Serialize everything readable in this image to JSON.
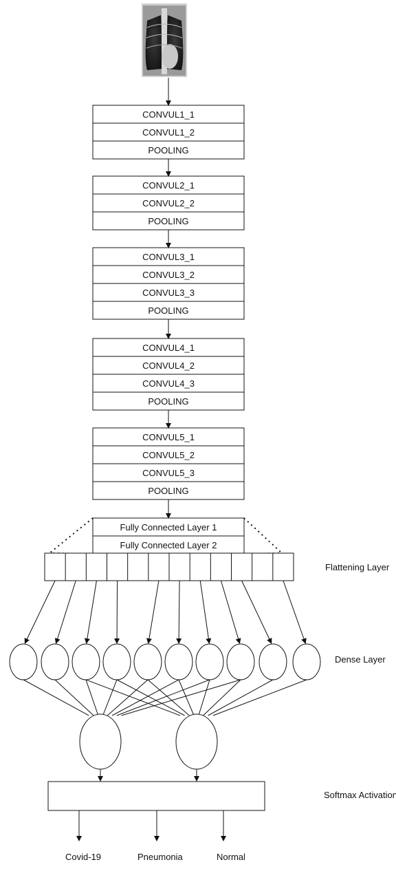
{
  "input_image": {
    "icon": "chest-xray-image"
  },
  "blocks": [
    {
      "layers": [
        "CONVUL1_1",
        "CONVUL1_2",
        "POOLING"
      ]
    },
    {
      "layers": [
        "CONVUL2_1",
        "CONVUL2_2",
        "POOLING"
      ]
    },
    {
      "layers": [
        "CONVUL3_1",
        "CONVUL3_2",
        "CONVUL3_3",
        "POOLING"
      ]
    },
    {
      "layers": [
        "CONVUL4_1",
        "CONVUL4_2",
        "CONVUL4_3",
        "POOLING"
      ]
    },
    {
      "layers": [
        "CONVUL5_1",
        "CONVUL5_2",
        "CONVUL5_3",
        "POOLING"
      ]
    },
    {
      "layers": [
        "Fully Connected Layer 1",
        "Fully Connected Layer 2"
      ]
    }
  ],
  "labels": {
    "flattening": "Flattening Layer",
    "dense": "Dense Layer",
    "softmax": "Softmax Activation"
  },
  "flatten_cells": 12,
  "dense_nodes": 10,
  "output_nodes": 2,
  "outputs": [
    "Covid-19",
    "Pneumonia",
    "Normal"
  ],
  "colors": {
    "stroke": "#111111",
    "background": "#ffffff"
  }
}
